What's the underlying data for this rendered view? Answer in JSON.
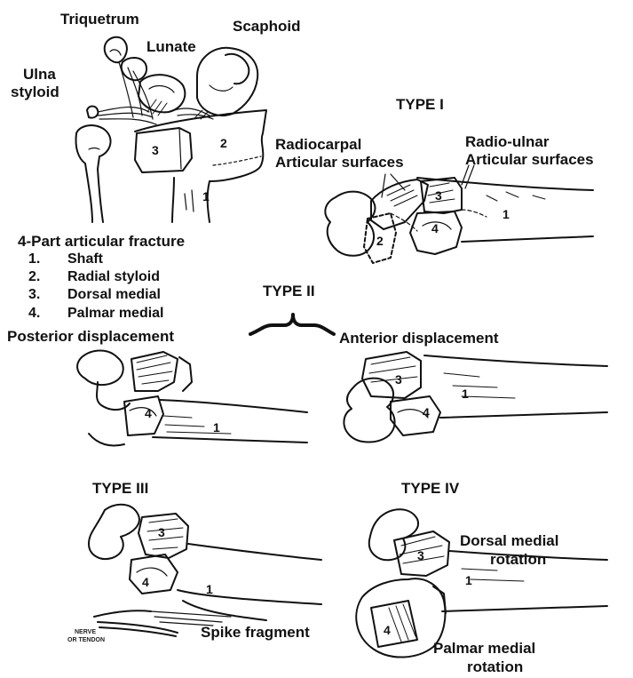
{
  "top_labels": {
    "triquetrum": "Triquetrum",
    "lunate": "Lunate",
    "scaphoid": "Scaphoid",
    "ulna_styloid_line1": "Ulna",
    "ulna_styloid_line2": "styloid"
  },
  "fragment_numbers": {
    "one": "1",
    "two": "2",
    "three": "3",
    "four": "4"
  },
  "legend": {
    "title": "4-Part articular fracture",
    "items": [
      {
        "num": "1.",
        "text": "Shaft"
      },
      {
        "num": "2.",
        "text": "Radial styloid"
      },
      {
        "num": "3.",
        "text": "Dorsal medial"
      },
      {
        "num": "4.",
        "text": "Palmar medial"
      }
    ]
  },
  "type1": {
    "title": "TYPE I",
    "radiocarpal_line1": "Radiocarpal",
    "radiocarpal_line2": "Articular surfaces",
    "radioulnar_line1": "Radio-ulnar",
    "radioulnar_line2": "Articular surfaces"
  },
  "type2": {
    "title": "TYPE II",
    "posterior": "Posterior displacement",
    "anterior": "Anterior displacement"
  },
  "type3": {
    "title": "TYPE III",
    "nerve_line1": "NERVE",
    "nerve_line2": "OR TENDON",
    "spike": "Spike fragment"
  },
  "type4": {
    "title": "TYPE IV",
    "dorsal_line1": "Dorsal medial",
    "dorsal_line2": "rotation",
    "palmar_line1": "Palmar medial",
    "palmar_line2": "rotation"
  }
}
